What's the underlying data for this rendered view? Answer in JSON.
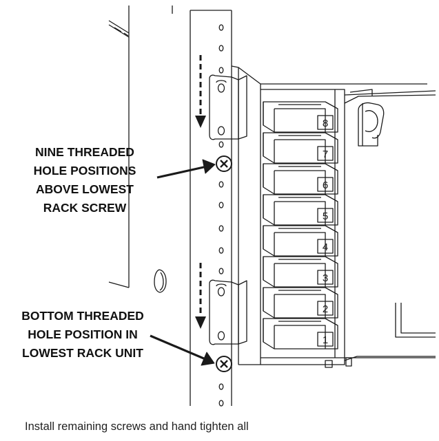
{
  "callouts": {
    "top": [
      "NINE THREADED",
      "HOLE POSITIONS",
      "ABOVE LOWEST",
      "RACK SCREW"
    ],
    "bottom": [
      "BOTTOM THREADED",
      "HOLE POSITION IN",
      "LOWEST RACK UNIT"
    ]
  },
  "caption": "Install remaining screws and hand tighten all",
  "slot_numbers": [
    "8",
    "7",
    "6",
    "5",
    "4",
    "3",
    "2",
    "1"
  ],
  "colors": {
    "line": "#1a1a1a",
    "text": "#111111",
    "caption": "#222222"
  }
}
